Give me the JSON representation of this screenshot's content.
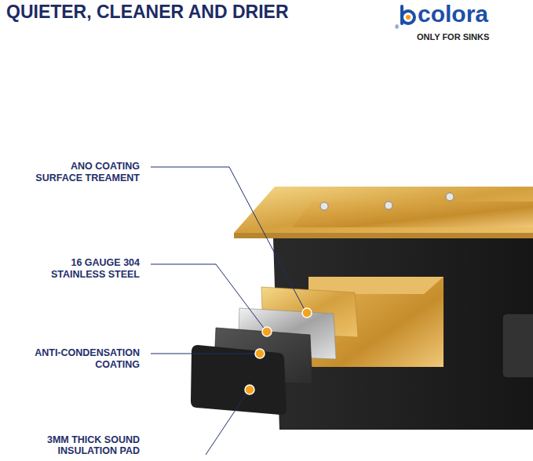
{
  "diagram": {
    "title": "QUIETER, CLEANER AND DRIER",
    "labels": [
      "colora",
      "ONLY FOR SINKS",
      "®",
      "ANO COATING SURFACE TREAMENT",
      "16 GAUGE 304 STAINLESS STEEL",
      "ANTI-CONDENSATION COATING",
      "3MM THICK SOUND INSULATION PAD"
    ]
  }
}
